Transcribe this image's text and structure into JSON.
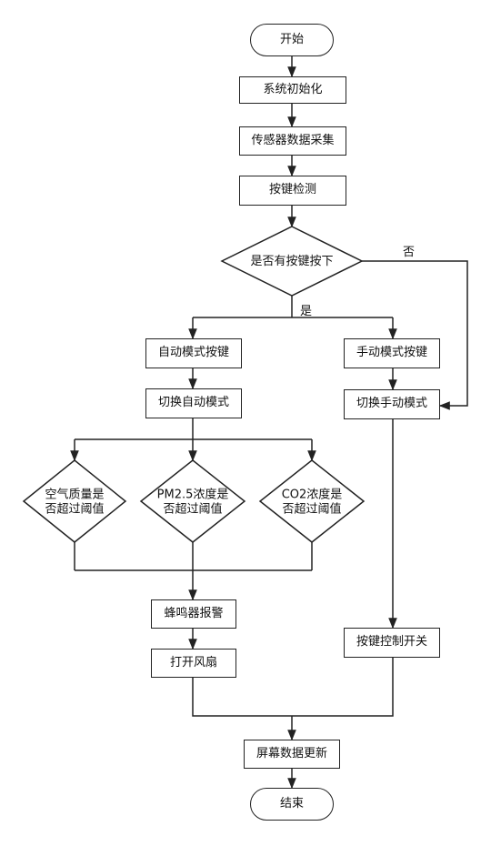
{
  "flowchart": {
    "start": "开始",
    "init": "系统初始化",
    "collect": "传感器数据采集",
    "key_detect": "按键检测",
    "decision_key": "是否有按键按下",
    "label_no": "否",
    "label_yes": "是",
    "auto_key": "自动模式按键",
    "manual_key": "手动模式按键",
    "switch_auto": "切换自动模式",
    "switch_manual": "切换手动模式",
    "check_air_line1": "空气质量是",
    "check_air_line2": "否超过阈值",
    "check_pm_line1": "PM2.5浓度是",
    "check_pm_line2": "否超过阈值",
    "check_co2_line1": "CO2浓度是",
    "check_co2_line2": "否超过阈值",
    "alarm": "蜂鸣器报警",
    "fan_on": "打开风扇",
    "key_switch": "按键控制开关",
    "screen_update": "屏幕数据更新",
    "end": "结束"
  }
}
